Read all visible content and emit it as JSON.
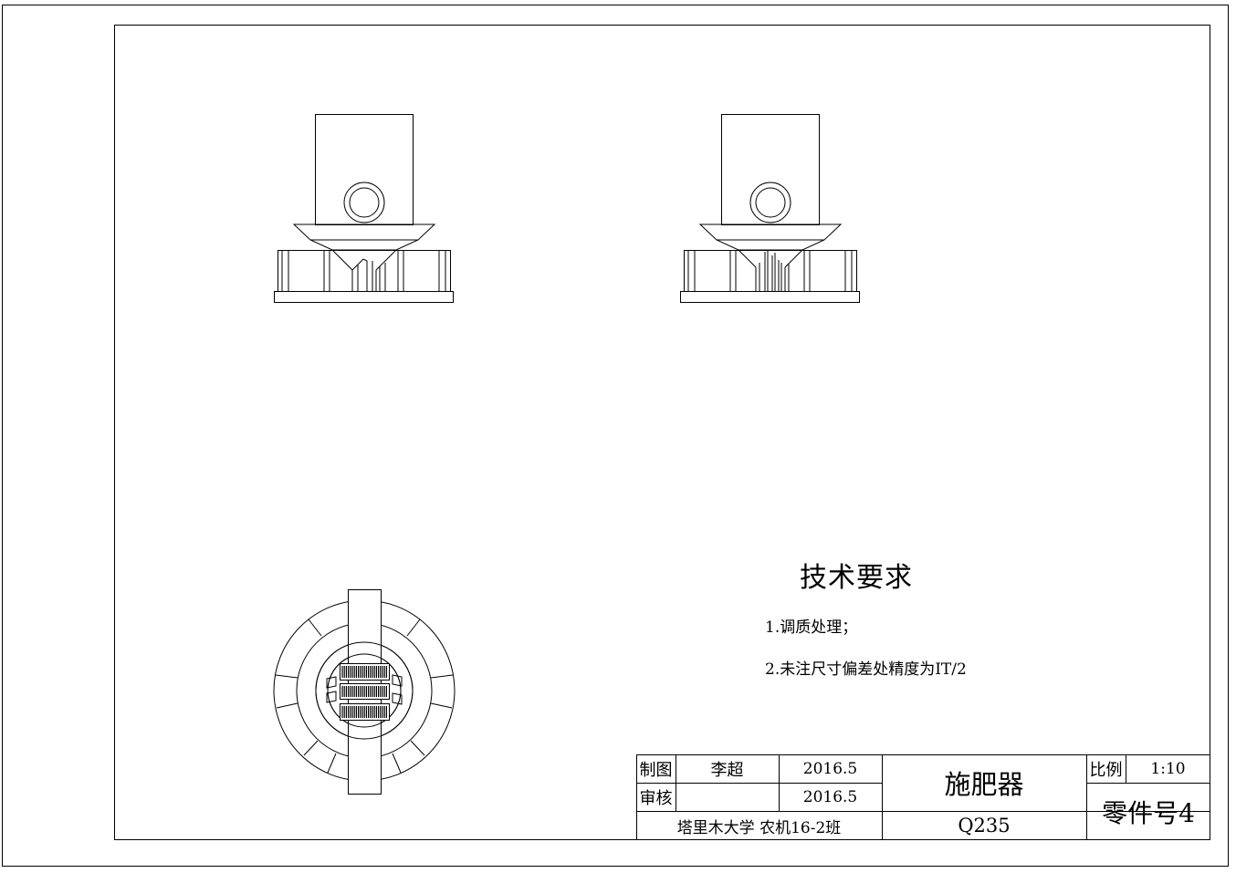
{
  "tech_requirements": {
    "title": "技术要求",
    "notes": [
      "1.调质处理；",
      "2.未注尺寸偏差处精度为IT/2"
    ]
  },
  "title_block": {
    "drawn_label": "制图",
    "drawn_by": "李超",
    "drawn_date": "2016.5",
    "checked_label": "审核",
    "checked_by": "",
    "checked_date": "2016.5",
    "organization": "塔里木大学 农机16-2班",
    "part_name": "施肥器",
    "material": "Q235",
    "scale_label": "比例",
    "scale_value": "1:10",
    "part_number": "零件号4"
  }
}
